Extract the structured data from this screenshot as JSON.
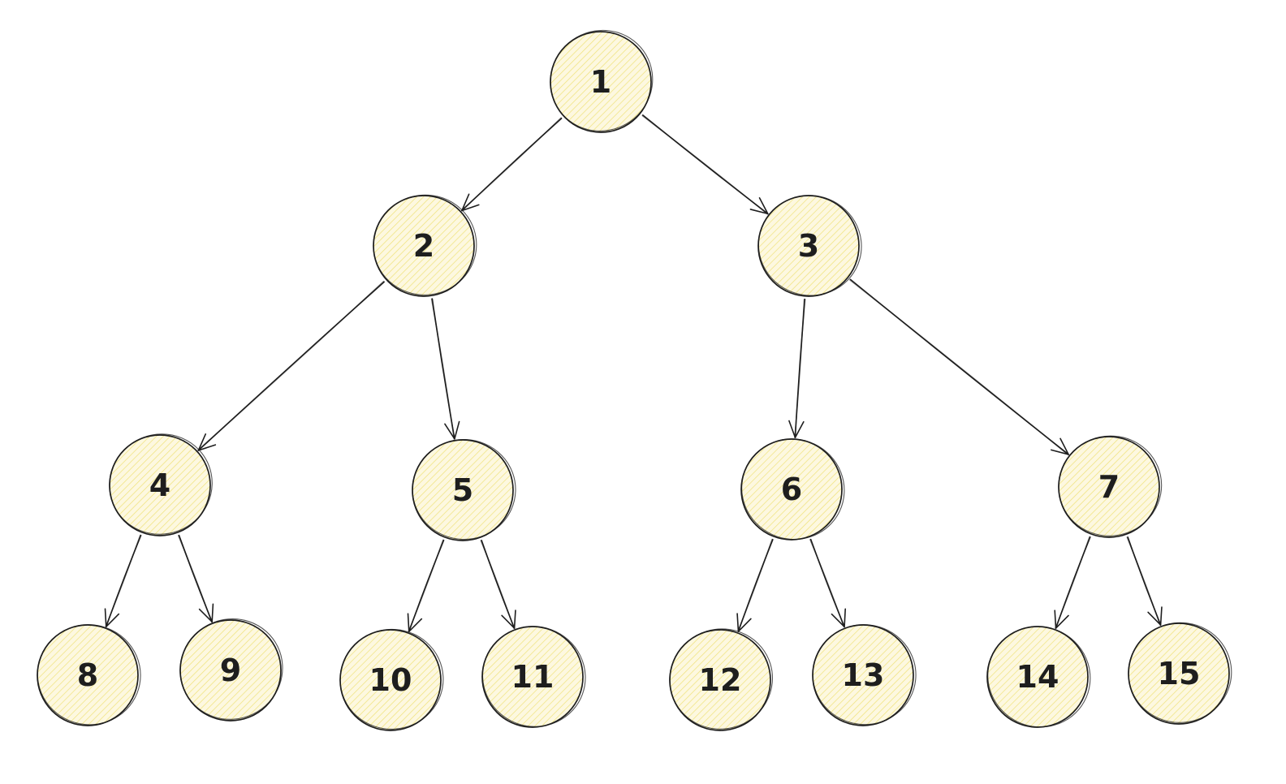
{
  "diagram": {
    "type": "binary-tree",
    "colors": {
      "stroke": "#1e1e1e",
      "fill": "#fdf6d8",
      "hatch": "#efe27a",
      "background": "#ffffff"
    },
    "nodes": [
      {
        "id": 1,
        "label": "1"
      },
      {
        "id": 2,
        "label": "2"
      },
      {
        "id": 3,
        "label": "3"
      },
      {
        "id": 4,
        "label": "4"
      },
      {
        "id": 5,
        "label": "5"
      },
      {
        "id": 6,
        "label": "6"
      },
      {
        "id": 7,
        "label": "7"
      },
      {
        "id": 8,
        "label": "8"
      },
      {
        "id": 9,
        "label": "9"
      },
      {
        "id": 10,
        "label": "10"
      },
      {
        "id": 11,
        "label": "11"
      },
      {
        "id": 12,
        "label": "12"
      },
      {
        "id": 13,
        "label": "13"
      },
      {
        "id": 14,
        "label": "14"
      },
      {
        "id": 15,
        "label": "15"
      }
    ],
    "edges": [
      {
        "from": 1,
        "to": 2
      },
      {
        "from": 1,
        "to": 3
      },
      {
        "from": 2,
        "to": 4
      },
      {
        "from": 2,
        "to": 5
      },
      {
        "from": 3,
        "to": 6
      },
      {
        "from": 3,
        "to": 7
      },
      {
        "from": 4,
        "to": 8
      },
      {
        "from": 4,
        "to": 9
      },
      {
        "from": 5,
        "to": 10
      },
      {
        "from": 5,
        "to": 11
      },
      {
        "from": 6,
        "to": 12
      },
      {
        "from": 6,
        "to": 13
      },
      {
        "from": 7,
        "to": 14
      },
      {
        "from": 7,
        "to": 15
      }
    ]
  }
}
